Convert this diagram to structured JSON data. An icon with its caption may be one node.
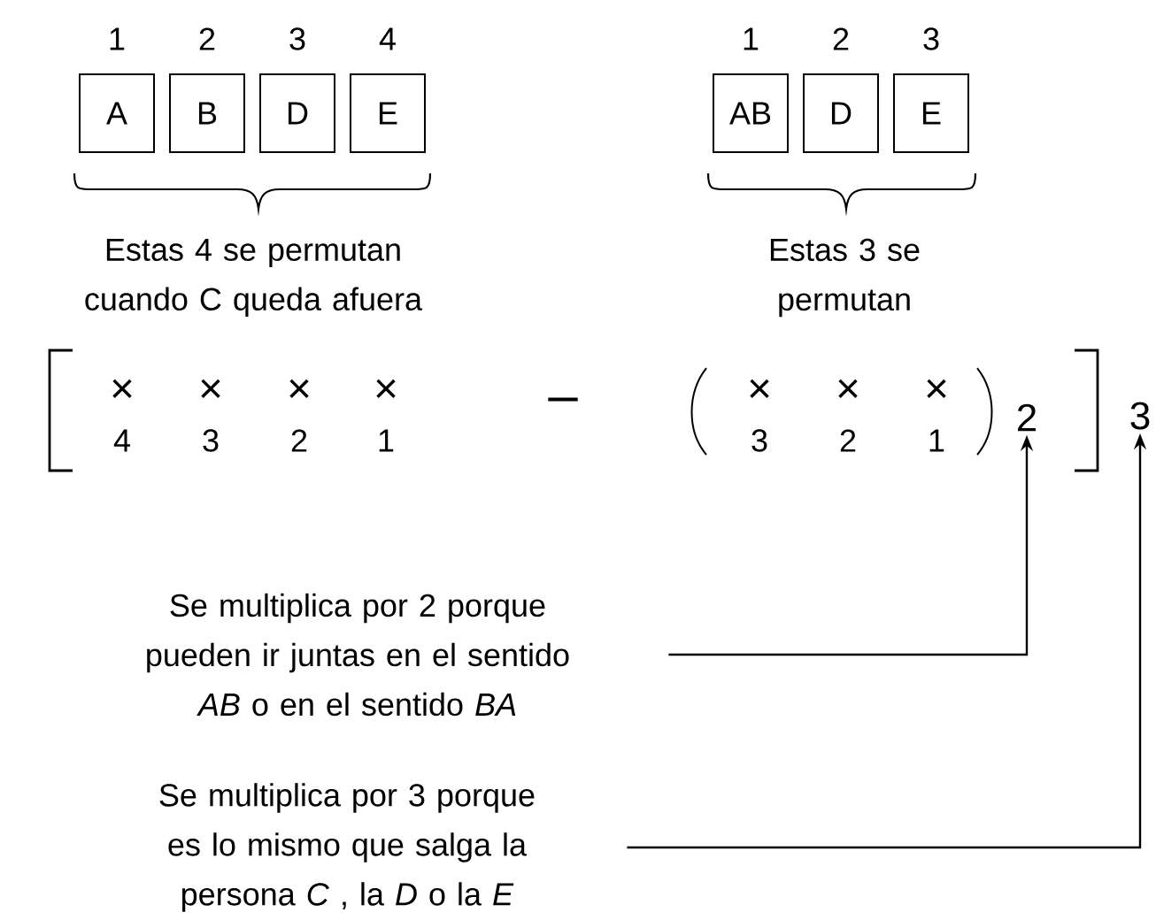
{
  "diagram": {
    "nodes": [
      {
        "text": [
          "A"
        ],
        "beside": [
          "1"
        ]
      },
      {
        "text": [
          "B"
        ],
        "beside": [
          "2"
        ]
      },
      {
        "text": [
          "D"
        ],
        "beside": [
          "3"
        ]
      },
      {
        "text": [
          "E"
        ],
        "beside": [
          "4"
        ]
      },
      {
        "text": [
          "AB"
        ],
        "beside": [
          "1"
        ]
      },
      {
        "text": [
          "D"
        ],
        "beside": [
          "2"
        ]
      },
      {
        "text": [
          "E"
        ],
        "beside": [
          "3"
        ]
      },
      {
        "text": [
          "Se multiplica por 2 porque pueden ir juntas en el sentido *AB* o en el sentido *BA*"
        ]
      },
      {
        "text": [
          "Se multiplica por 3 porque es lo mismo que salga la persona *C* , la *D* o la *E*"
        ]
      },
      {
        "text": [
          "2"
        ]
      },
      {
        "text": [
          "3"
        ]
      }
    ],
    "edges": [
      {
        "from": 7,
        "to": 9,
        "arrow": "to"
      },
      {
        "from": 8,
        "to": 10,
        "arrow": "to"
      }
    ],
    "labels": [
      "Estas 4 se permutan cuando C queda afuera",
      "Estas 3 se permutan",
      "×",
      "×",
      "×",
      "×",
      "–",
      "×",
      "×",
      "×",
      "4",
      "3",
      "2",
      "1",
      "3",
      "2",
      "1"
    ]
  }
}
